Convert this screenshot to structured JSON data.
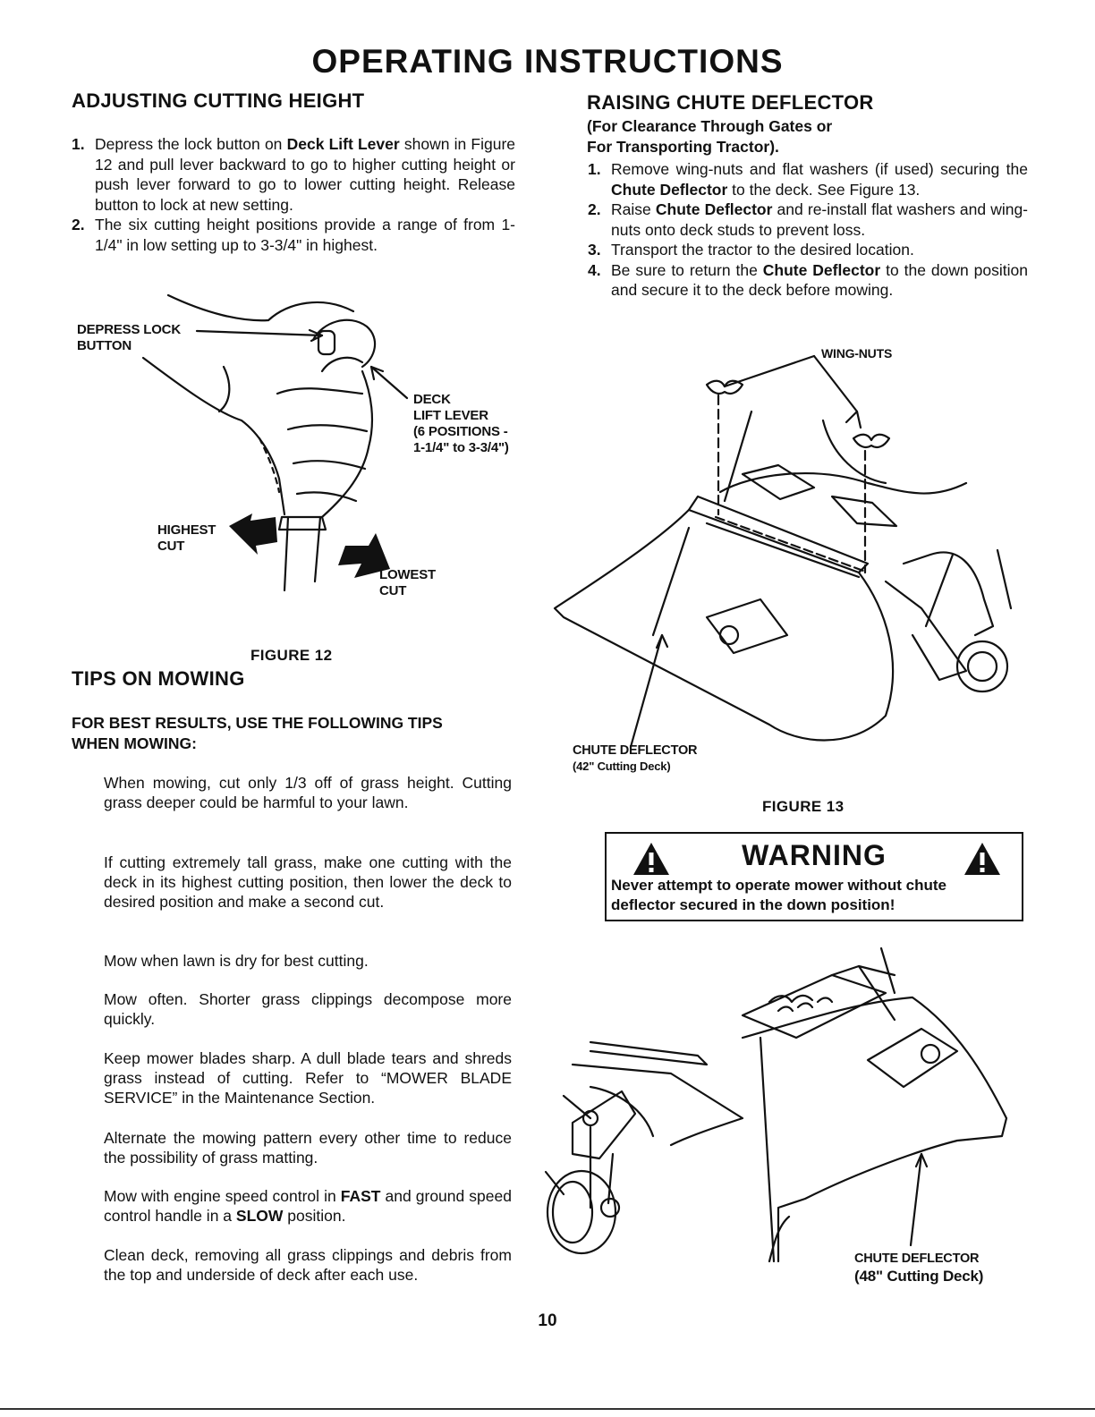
{
  "page_title": "OPERATING INSTRUCTIONS",
  "left": {
    "cutting_height": {
      "heading": "ADJUSTING CUTTING HEIGHT",
      "steps": [
        {
          "num": "1.",
          "parts": [
            "Depress the lock button on ",
            "Deck Lift Lever",
            " shown in Figure 12 and pull lever backward to go to higher cutting height or push lever forward to go to lower cutting height. Release button to lock at new setting."
          ]
        },
        {
          "num": "2.",
          "parts": [
            "The six cutting height positions provide a range of from 1-1/4\" in low setting up to 3-3/4\" in highest."
          ]
        }
      ]
    },
    "figure12": {
      "label_depress_1": "DEPRESS LOCK",
      "label_depress_2": "BUTTON",
      "label_deck_1": "DECK",
      "label_deck_2": "LIFT LEVER",
      "label_deck_3": "(6 POSITIONS -",
      "label_deck_4": "1-1/4\" to 3-3/4\")",
      "label_highest_1": "HIGHEST",
      "label_highest_2": "CUT",
      "label_lowest_1": "LOWEST",
      "label_lowest_2": "CUT",
      "caption": "FIGURE 12"
    },
    "tips": {
      "heading": "TIPS ON MOWING",
      "intro_1": "FOR BEST RESULTS, USE THE FOLLOWING TIPS",
      "intro_2": "WHEN MOWING:",
      "items": [
        {
          "parts": [
            "When mowing, cut only 1/3 off of grass height. Cutting grass deeper could be harmful to your lawn."
          ]
        },
        {
          "parts": [
            "If cutting extremely tall grass, make one cutting with the deck in its highest cutting position, then lower the deck to desired position and make a second cut."
          ]
        },
        {
          "parts": [
            "Mow when lawn is dry for best cutting."
          ]
        },
        {
          "parts": [
            "Mow often. Shorter grass clippings decompose more quickly."
          ]
        },
        {
          "parts": [
            "Keep mower blades sharp. A dull blade tears and shreds grass instead of cutting. Refer to “MOWER BLADE SERVICE” in the Maintenance Section."
          ]
        },
        {
          "parts": [
            "Alternate the mowing pattern every other time to reduce the possibility of grass matting."
          ]
        },
        {
          "parts": [
            "Mow with engine speed control in ",
            "FAST",
            " and ground speed control handle in a ",
            "SLOW",
            " position."
          ]
        },
        {
          "parts": [
            "Clean deck, removing all grass clippings and debris from the top and underside of deck after each use."
          ]
        }
      ]
    }
  },
  "right": {
    "chute": {
      "heading": "RAISING CHUTE DEFLECTOR",
      "sub_1": "(For Clearance Through Gates or",
      "sub_2": "For Transporting Tractor).",
      "steps": [
        {
          "num": "1.",
          "parts": [
            "Remove wing-nuts and flat washers (if used) securing the ",
            "Chute Deflector",
            " to the deck. See Figure 13."
          ]
        },
        {
          "num": "2.",
          "parts": [
            "Raise ",
            "Chute Deflector",
            " and re-install flat washers and wing-nuts onto deck studs to prevent loss."
          ]
        },
        {
          "num": "3.",
          "parts": [
            "Transport the tractor to the desired location."
          ]
        },
        {
          "num": "4.",
          "parts": [
            "Be sure to return the ",
            "Chute Deflector",
            " to the down position and secure it to the deck before mowing."
          ]
        }
      ]
    },
    "figure13": {
      "label_wingnuts": "WING-NUTS",
      "label_chute_1": "CHUTE DEFLECTOR",
      "label_chute_2": "(42\" Cutting Deck)",
      "caption": "FIGURE 13"
    },
    "warning": {
      "title": "WARNING",
      "line_1": "Never attempt to operate mower without chute",
      "line_2": "deflector secured in the down position!"
    },
    "figure48": {
      "label_1": "CHUTE DEFLECTOR",
      "label_2": "(48\" Cutting Deck)"
    }
  },
  "page_number": "10"
}
